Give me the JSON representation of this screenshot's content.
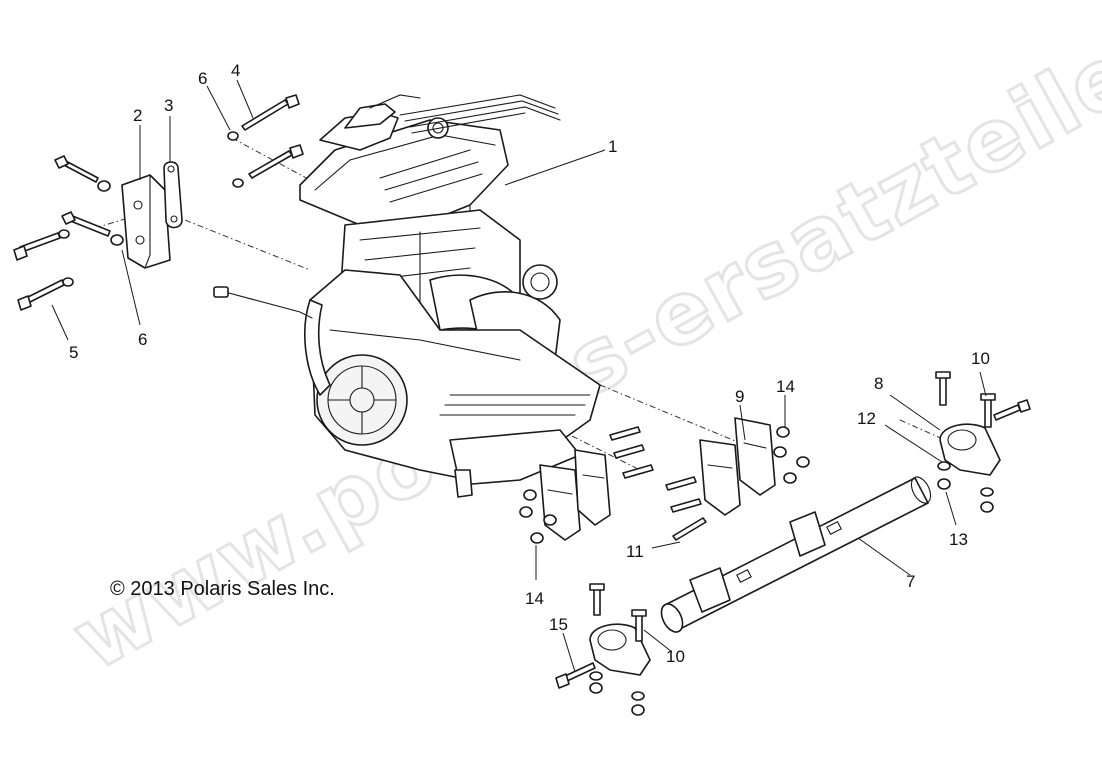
{
  "copyright": "© 2013 Polaris Sales Inc.",
  "watermark": "www.polaris-ersatzteile.de",
  "callouts": [
    {
      "id": "c1",
      "label": "1"
    },
    {
      "id": "c2",
      "label": "2"
    },
    {
      "id": "c3",
      "label": "3"
    },
    {
      "id": "c4",
      "label": "4"
    },
    {
      "id": "c5",
      "label": "5"
    },
    {
      "id": "c6a",
      "label": "6"
    },
    {
      "id": "c6b",
      "label": "6"
    },
    {
      "id": "c7",
      "label": "7"
    },
    {
      "id": "c8",
      "label": "8"
    },
    {
      "id": "c9",
      "label": "9"
    },
    {
      "id": "c10a",
      "label": "10"
    },
    {
      "id": "c10b",
      "label": "10"
    },
    {
      "id": "c11",
      "label": "11"
    },
    {
      "id": "c12",
      "label": "12"
    },
    {
      "id": "c13",
      "label": "13"
    },
    {
      "id": "c14a",
      "label": "14"
    },
    {
      "id": "c14b",
      "label": "14"
    },
    {
      "id": "c15",
      "label": "15"
    }
  ],
  "colors": {
    "line": "#1a1a1a",
    "watermark": "#e4e4e4",
    "background": "#ffffff"
  }
}
